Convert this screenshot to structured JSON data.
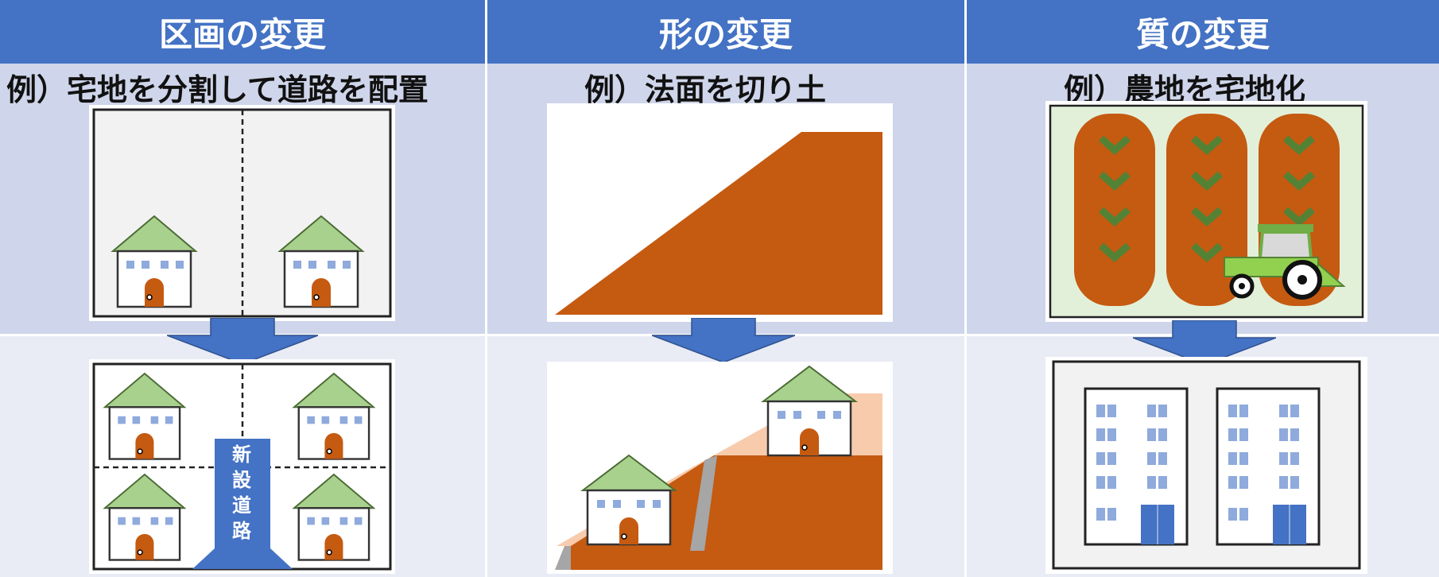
{
  "columns": [
    {
      "header": "区画の変更",
      "example": "例）宅地を分割して道路を配置",
      "road_label": "新設道路"
    },
    {
      "header": "形の変更",
      "example": "例）法面を切り土"
    },
    {
      "header": "質の変更",
      "example": "例）農地を宅地化"
    }
  ],
  "colors": {
    "header_bg": "#4472c4",
    "row1_bg": "#cfd5ea",
    "row2_bg": "#e9ebf5",
    "arrow": "#4472c4",
    "soil": "#c55a11",
    "roof": "#a9d18e",
    "window": "#8faadc"
  },
  "icons": [
    "house-icon",
    "down-arrow-icon",
    "tractor-icon",
    "crop-icon",
    "building-icon",
    "slope-icon"
  ]
}
